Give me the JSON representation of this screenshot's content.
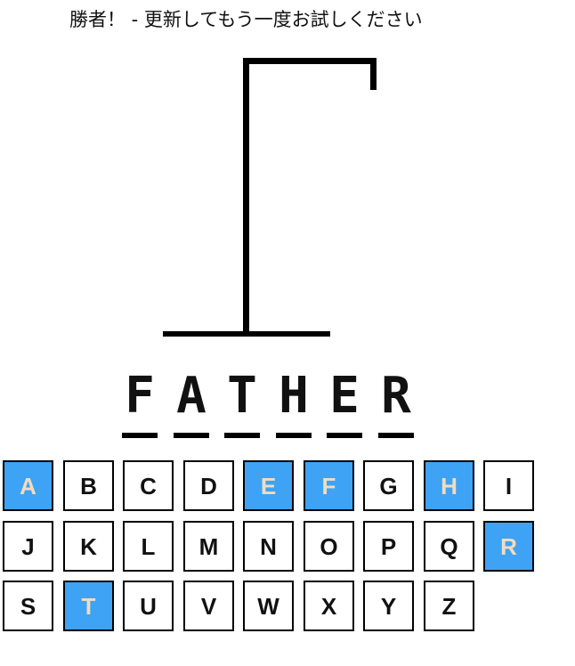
{
  "status_message": "勝者！ - 更新してもう一度お試しください",
  "word": {
    "letters": [
      "F",
      "A",
      "T",
      "H",
      "E",
      "R"
    ]
  },
  "keyboard": {
    "rows": [
      [
        {
          "label": "A",
          "used": true
        },
        {
          "label": "B",
          "used": false
        },
        {
          "label": "C",
          "used": false
        },
        {
          "label": "D",
          "used": false
        },
        {
          "label": "E",
          "used": true
        },
        {
          "label": "F",
          "used": true
        },
        {
          "label": "G",
          "used": false
        },
        {
          "label": "H",
          "used": true
        },
        {
          "label": "I",
          "used": false
        }
      ],
      [
        {
          "label": "J",
          "used": false
        },
        {
          "label": "K",
          "used": false
        },
        {
          "label": "L",
          "used": false
        },
        {
          "label": "M",
          "used": false
        },
        {
          "label": "N",
          "used": false
        },
        {
          "label": "O",
          "used": false
        },
        {
          "label": "P",
          "used": false
        },
        {
          "label": "Q",
          "used": false
        },
        {
          "label": "R",
          "used": true
        }
      ],
      [
        {
          "label": "S",
          "used": false
        },
        {
          "label": "T",
          "used": true
        },
        {
          "label": "U",
          "used": false
        },
        {
          "label": "V",
          "used": false
        },
        {
          "label": "W",
          "used": false
        },
        {
          "label": "X",
          "used": false
        },
        {
          "label": "Y",
          "used": false
        },
        {
          "label": "Z",
          "used": false
        }
      ]
    ]
  },
  "colors": {
    "used_key_background": "#3ea3f5",
    "used_key_text": "#f2dcc0",
    "gallows": "#000000"
  }
}
